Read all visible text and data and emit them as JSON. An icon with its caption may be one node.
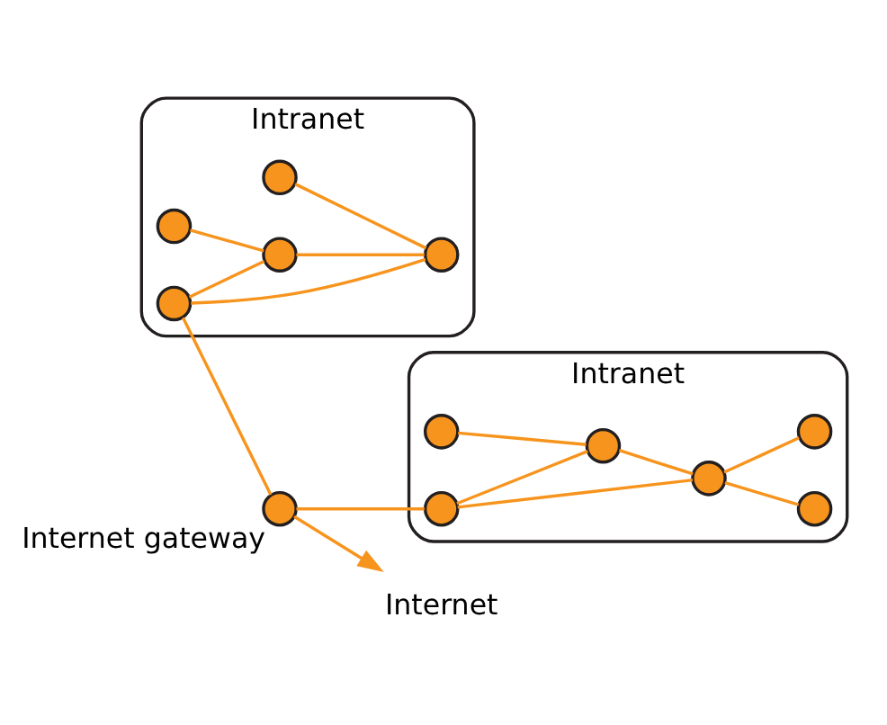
{
  "diagram": {
    "nodes": [
      {
        "text": [
          "Intranet"
        ]
      },
      {
        "text": [],
        "shape": "circle",
        "in": 0
      },
      {
        "text": [],
        "shape": "circle",
        "in": 0
      },
      {
        "text": [],
        "shape": "circle",
        "in": 0
      },
      {
        "text": [],
        "shape": "circle",
        "in": 0
      },
      {
        "text": [],
        "shape": "circle",
        "in": 0
      },
      {
        "text": [],
        "shape": "circle",
        "beside": [
          "Internet gateway"
        ]
      },
      {
        "text": [
          "Intranet"
        ]
      },
      {
        "text": [],
        "shape": "circle",
        "in": 7
      },
      {
        "text": [],
        "shape": "circle",
        "in": 7
      },
      {
        "text": [],
        "shape": "circle",
        "in": 7
      },
      {
        "text": [],
        "shape": "circle",
        "in": 7
      },
      {
        "text": [],
        "shape": "circle",
        "in": 7
      },
      {
        "text": [],
        "shape": "circle",
        "in": 7
      },
      {
        "text": [
          "Internet"
        ]
      }
    ],
    "edges": [
      {
        "from": 1,
        "to": 3,
        "arrow": "none"
      },
      {
        "from": 2,
        "to": 4,
        "arrow": "none"
      },
      {
        "from": 4,
        "to": 3,
        "arrow": "none"
      },
      {
        "from": 5,
        "to": 4,
        "arrow": "none"
      },
      {
        "from": 5,
        "to": 3,
        "arrow": "none"
      },
      {
        "from": 5,
        "to": 6,
        "arrow": "none"
      },
      {
        "from": 6,
        "to": 13,
        "arrow": "none"
      },
      {
        "from": 13,
        "to": 9,
        "arrow": "none"
      },
      {
        "from": 13,
        "to": 11,
        "arrow": "none"
      },
      {
        "from": 9,
        "to": 11,
        "arrow": "none"
      },
      {
        "from": 8,
        "to": 9,
        "arrow": "none"
      },
      {
        "from": 11,
        "to": 10,
        "arrow": "none"
      },
      {
        "from": 11,
        "to": 12,
        "arrow": "none"
      },
      {
        "from": 6,
        "to": 14,
        "arrow": "to"
      }
    ]
  }
}
